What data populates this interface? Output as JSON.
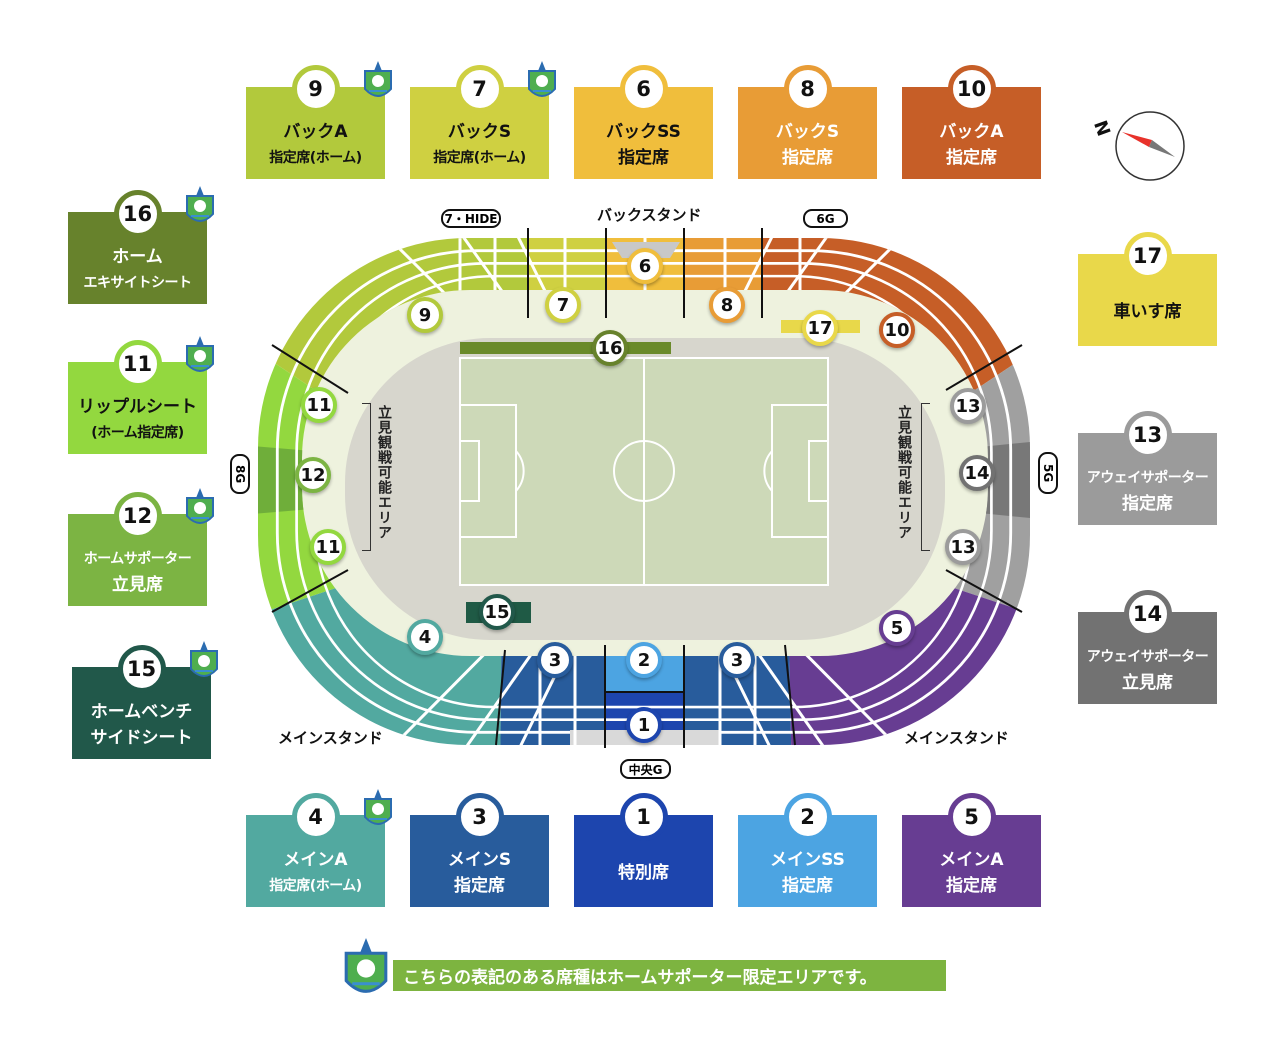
{
  "stadium": {
    "back_stand_label": "バックスタンド",
    "main_stand_left_label": "メインスタンド",
    "main_stand_right_label": "メインスタンド",
    "gates": {
      "hide7": "7・HIDE",
      "g6": "6G",
      "g8": "8G",
      "g5": "5G",
      "center": "中央G"
    },
    "standing_area_left": "立見観戦可能エリア",
    "standing_area_right": "立見観戦可能エリア",
    "compass_label": "N"
  },
  "cards": [
    {
      "num": "9",
      "line1": "バックA",
      "line2": "指定席(ホーム)",
      "color": "#b2c93c",
      "text_color": "#111111",
      "home": true
    },
    {
      "num": "7",
      "line1": "バックS",
      "line2": "指定席(ホーム)",
      "color": "#cfd041",
      "text_color": "#111111",
      "home": true
    },
    {
      "num": "6",
      "line1": "バックSS",
      "line2": "指定席",
      "color": "#f0be3c",
      "text_color": "#111111",
      "home": false
    },
    {
      "num": "8",
      "line1": "バックS",
      "line2": "指定席",
      "color": "#e89c36",
      "text_color": "#ffffff",
      "home": false
    },
    {
      "num": "10",
      "line1": "バックA",
      "line2": "指定席",
      "color": "#c65e27",
      "text_color": "#ffffff",
      "home": false
    },
    {
      "num": "16",
      "line1": "ホーム",
      "line2": "エキサイトシート",
      "color": "#67822c",
      "text_color": "#ffffff",
      "home": true
    },
    {
      "num": "11",
      "line1": "リップルシート",
      "line2": "(ホーム指定席)",
      "color": "#93d83f",
      "text_color": "#111111",
      "home": true
    },
    {
      "num": "12",
      "line1": "ホームサポーター",
      "line2": "立見席",
      "color": "#7cb443",
      "text_color": "#ffffff",
      "home": true
    },
    {
      "num": "15",
      "line1": "ホームベンチ",
      "line2": "サイドシート",
      "color": "#21584a",
      "text_color": "#ffffff",
      "home": true
    },
    {
      "num": "17",
      "line1": "車いす席",
      "line2": "",
      "color": "#e9d84a",
      "text_color": "#111111",
      "home": false
    },
    {
      "num": "13",
      "line1": "アウェイサポーター",
      "line2": "指定席",
      "color": "#9b9b9b",
      "text_color": "#ffffff",
      "home": false
    },
    {
      "num": "14",
      "line1": "アウェイサポーター",
      "line2": "立見席",
      "color": "#727272",
      "text_color": "#ffffff",
      "home": false
    },
    {
      "num": "4",
      "line1": "メインA",
      "line2": "指定席(ホーム)",
      "color": "#52a9a0",
      "text_color": "#ffffff",
      "home": true
    },
    {
      "num": "3",
      "line1": "メインS",
      "line2": "指定席",
      "color": "#285c9c",
      "text_color": "#ffffff",
      "home": false
    },
    {
      "num": "1",
      "line1": "特別席",
      "line2": "",
      "color": "#1d45ae",
      "text_color": "#ffffff",
      "home": false
    },
    {
      "num": "2",
      "line1": "メインSS",
      "line2": "指定席",
      "color": "#4ca4e2",
      "text_color": "#ffffff",
      "home": false
    },
    {
      "num": "5",
      "line1": "メインA",
      "line2": "指定席",
      "color": "#673d92",
      "text_color": "#ffffff",
      "home": false
    }
  ],
  "map_badges": [
    {
      "num": "6",
      "color": "#f0be3c"
    },
    {
      "num": "7",
      "color": "#cfd041"
    },
    {
      "num": "9",
      "color": "#b2c93c"
    },
    {
      "num": "8",
      "color": "#e89c36"
    },
    {
      "num": "16",
      "color": "#67822c"
    },
    {
      "num": "17",
      "color": "#e9d84a"
    },
    {
      "num": "10",
      "color": "#c65e27"
    },
    {
      "num": "11",
      "color": "#93d83f"
    },
    {
      "num": "12",
      "color": "#7cb443"
    },
    {
      "num": "11",
      "color": "#93d83f"
    },
    {
      "num": "13",
      "color": "#9b9b9b"
    },
    {
      "num": "14",
      "color": "#727272"
    },
    {
      "num": "13",
      "color": "#9b9b9b"
    },
    {
      "num": "15",
      "color": "#21584a"
    },
    {
      "num": "4",
      "color": "#52a9a0"
    },
    {
      "num": "3",
      "color": "#285c9c"
    },
    {
      "num": "2",
      "color": "#4ca4e2"
    },
    {
      "num": "3",
      "color": "#285c9c"
    },
    {
      "num": "1",
      "color": "#1d45ae"
    },
    {
      "num": "5",
      "color": "#673d92"
    }
  ],
  "footer": {
    "text": "こちらの表記のある席種はホームサポーター限定エリアです。"
  }
}
